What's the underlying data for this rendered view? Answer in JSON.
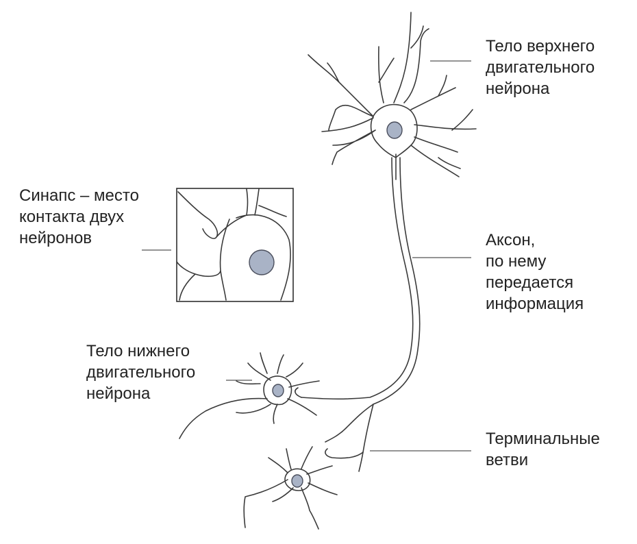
{
  "labels": {
    "upper_body": [
      "Тело верхнего",
      "двигательного",
      "нейрона"
    ],
    "synapse": [
      "Синапс – место",
      "контакта двух",
      "нейронов"
    ],
    "axon": [
      "Аксон,",
      "по нему",
      "передается",
      "информация"
    ],
    "lower_body": [
      "Тело нижнего",
      "двигательного",
      "нейрона"
    ],
    "terminal": [
      "Терминальные",
      "ветви"
    ]
  },
  "colors": {
    "line": "#3a3a3a",
    "nucleus_fill": "#a9b3c6"
  }
}
